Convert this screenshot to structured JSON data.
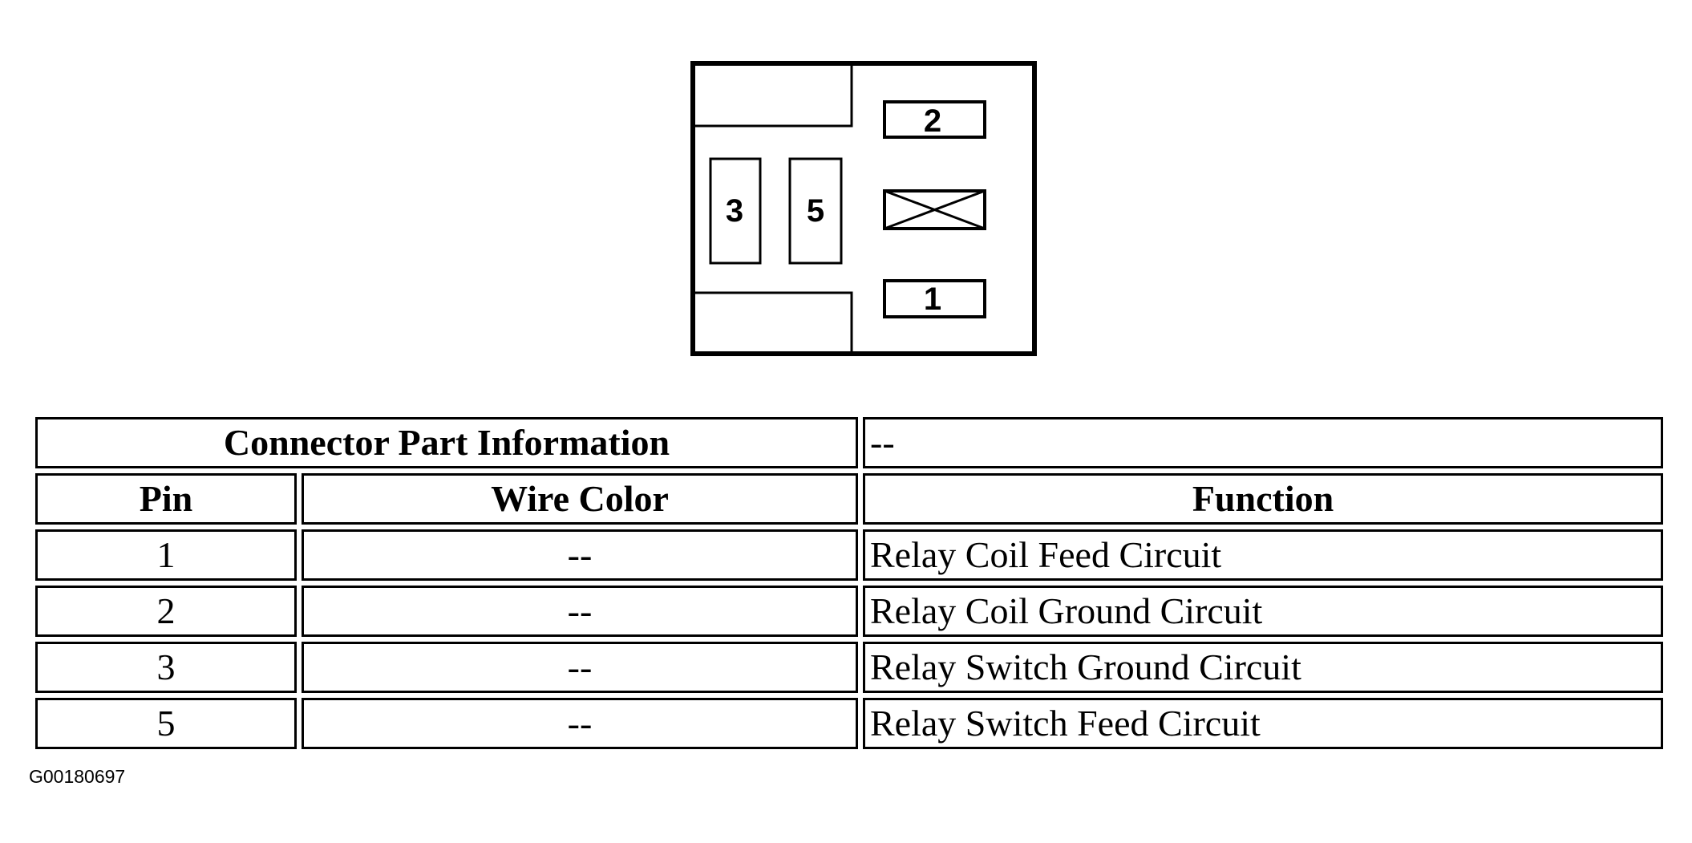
{
  "connector": {
    "pins": {
      "p1": "1",
      "p2": "2",
      "p3": "3",
      "p5": "5"
    },
    "blocked_cavity_icon": "x-box-icon"
  },
  "table": {
    "part_info_label": "Connector Part Information",
    "part_info_value": "--",
    "headers": {
      "pin": "Pin",
      "wire_color": "Wire Color",
      "function": "Function"
    },
    "rows": [
      {
        "pin": "1",
        "wire_color": "--",
        "function": "Relay Coil Feed Circuit"
      },
      {
        "pin": "2",
        "wire_color": "--",
        "function": "Relay Coil Ground Circuit"
      },
      {
        "pin": "3",
        "wire_color": "--",
        "function": "Relay Switch Ground Circuit"
      },
      {
        "pin": "5",
        "wire_color": "--",
        "function": "Relay Switch Feed Circuit"
      }
    ]
  },
  "figure_id": "G00180697"
}
